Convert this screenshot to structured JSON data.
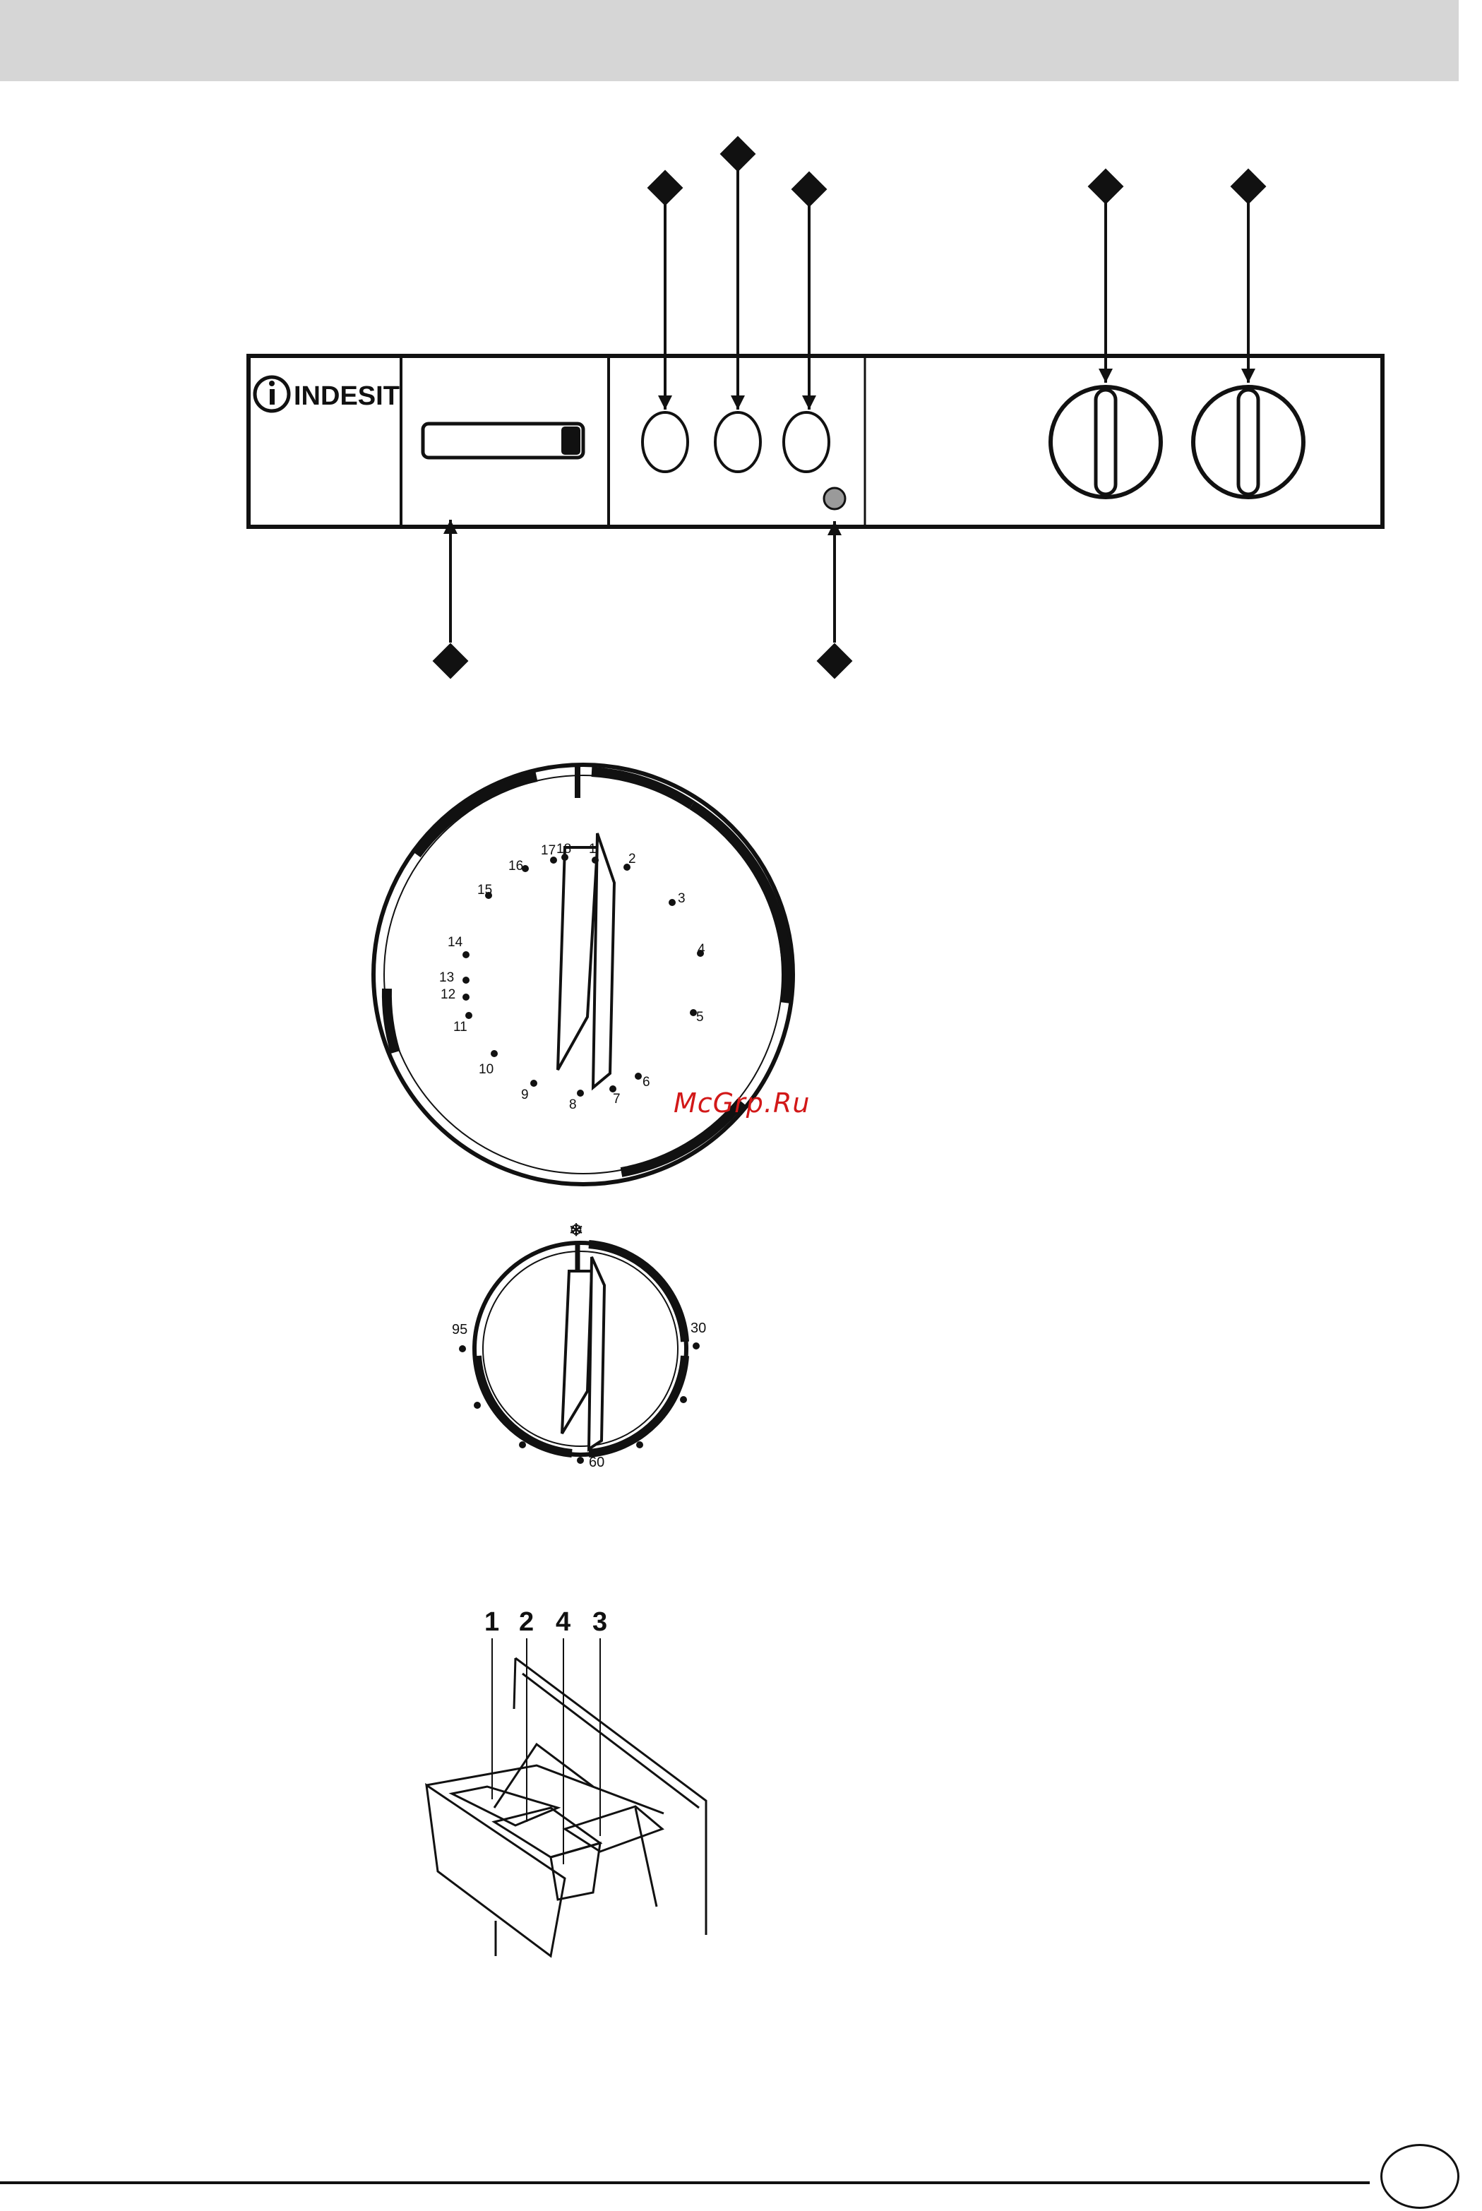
{
  "page": {
    "header_color": "#d6d6d6",
    "watermark": "McGrp.Ru",
    "watermark_color": "#d21818"
  },
  "control_panel": {
    "brand_logo": "INDESIT",
    "buttons": [
      "button-1",
      "button-2",
      "button-3"
    ],
    "knobs": [
      "programme-knob",
      "temperature-knob"
    ],
    "indicator_light": "indicator-lamp",
    "callout_markers": 7
  },
  "programme_dial": {
    "numbers": [
      "1",
      "2",
      "3",
      "4",
      "5",
      "6",
      "7",
      "8",
      "9",
      "10",
      "11",
      "12",
      "13",
      "14",
      "15",
      "16",
      "17",
      "18"
    ]
  },
  "temperature_dial": {
    "labels": [
      "❄",
      "30",
      "60",
      "95"
    ]
  },
  "dispenser": {
    "compartment_labels": [
      "1",
      "2",
      "4",
      "3"
    ]
  }
}
